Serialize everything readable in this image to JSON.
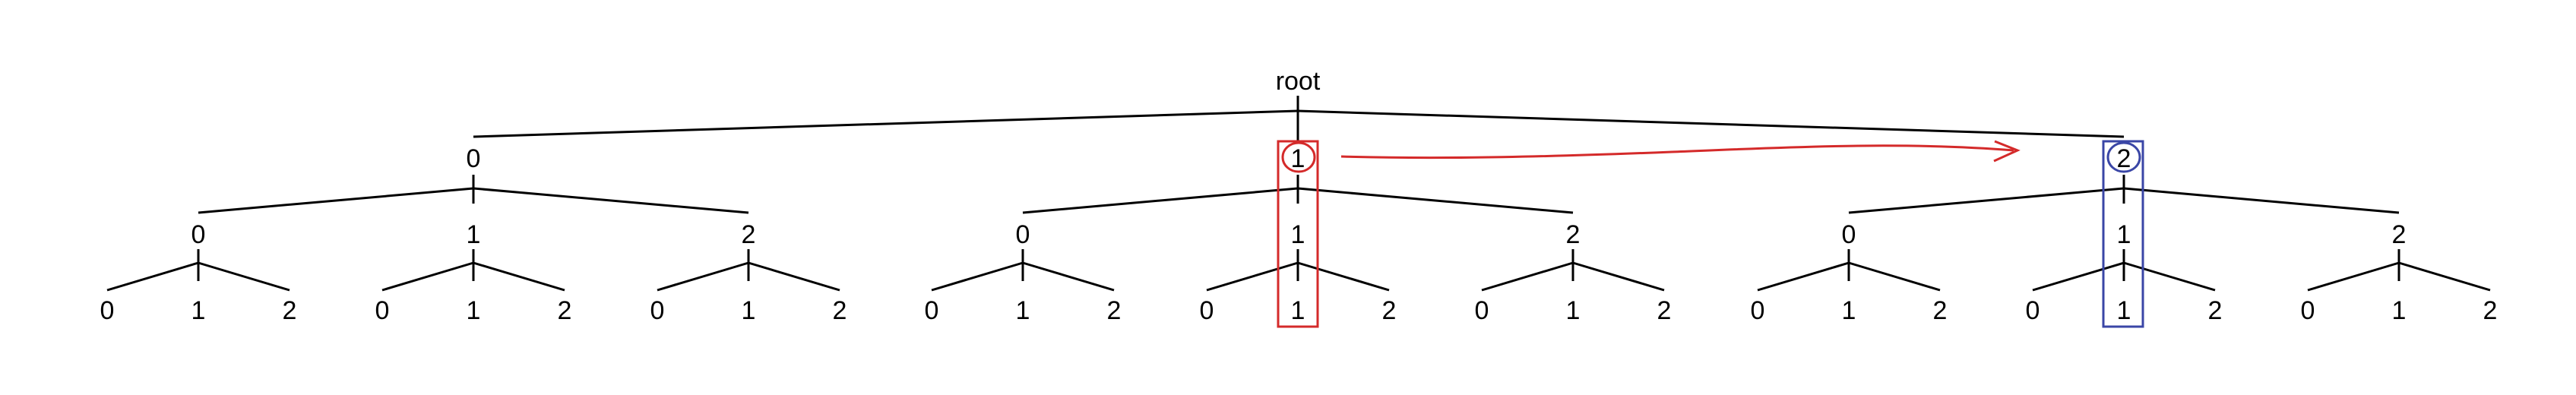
{
  "tree": {
    "root_label": "root",
    "level1": [
      {
        "label": "0",
        "children": [
          {
            "label": "0",
            "children": [
              "0",
              "1",
              "2"
            ]
          },
          {
            "label": "1",
            "children": [
              "0",
              "1",
              "2"
            ]
          },
          {
            "label": "2",
            "children": [
              "0",
              "1",
              "2"
            ]
          }
        ]
      },
      {
        "label": "1",
        "children": [
          {
            "label": "0",
            "children": [
              "0",
              "1",
              "2"
            ]
          },
          {
            "label": "1",
            "children": [
              "0",
              "1",
              "2"
            ]
          },
          {
            "label": "2",
            "children": [
              "0",
              "1",
              "2"
            ]
          }
        ]
      },
      {
        "label": "2",
        "children": [
          {
            "label": "0",
            "children": [
              "0",
              "1",
              "2"
            ]
          },
          {
            "label": "1",
            "children": [
              "0",
              "1",
              "2"
            ]
          },
          {
            "label": "2",
            "children": [
              "0",
              "1",
              "2"
            ]
          }
        ]
      }
    ]
  },
  "annotations": {
    "red_color": "#d42a2a",
    "blue_color": "#3a46a6",
    "red_highlight_path": [
      "1",
      "1",
      "1"
    ],
    "blue_highlight_path": [
      "2",
      "1",
      "1"
    ],
    "arrow": "red arrow from circled 1 toward circled 2"
  }
}
